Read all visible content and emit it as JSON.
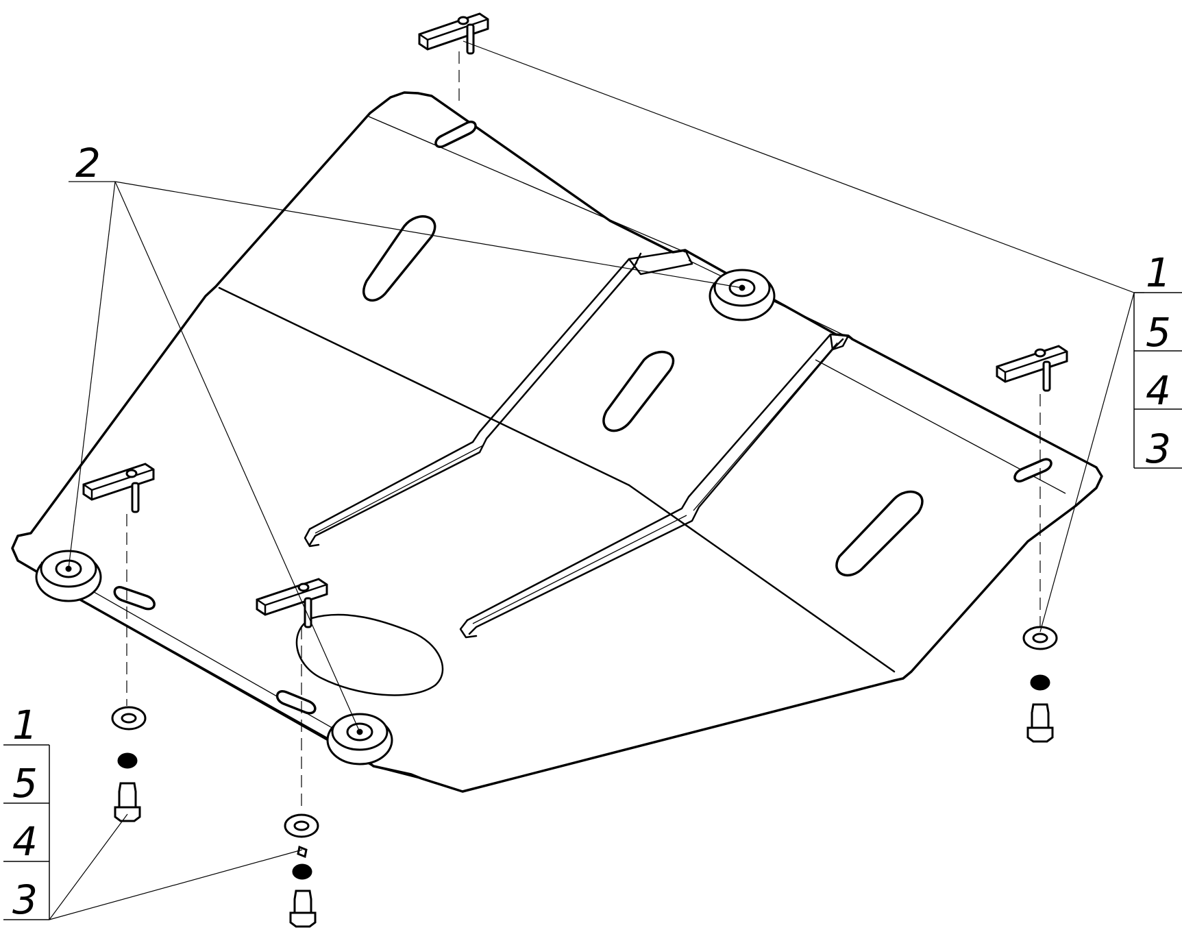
{
  "drawing": {
    "type": "exploded assembly drawing",
    "callouts": {
      "part2": "2",
      "stack_right": [
        "1",
        "5",
        "4",
        "3"
      ],
      "stack_left": [
        "1",
        "5",
        "4",
        "3"
      ]
    }
  }
}
